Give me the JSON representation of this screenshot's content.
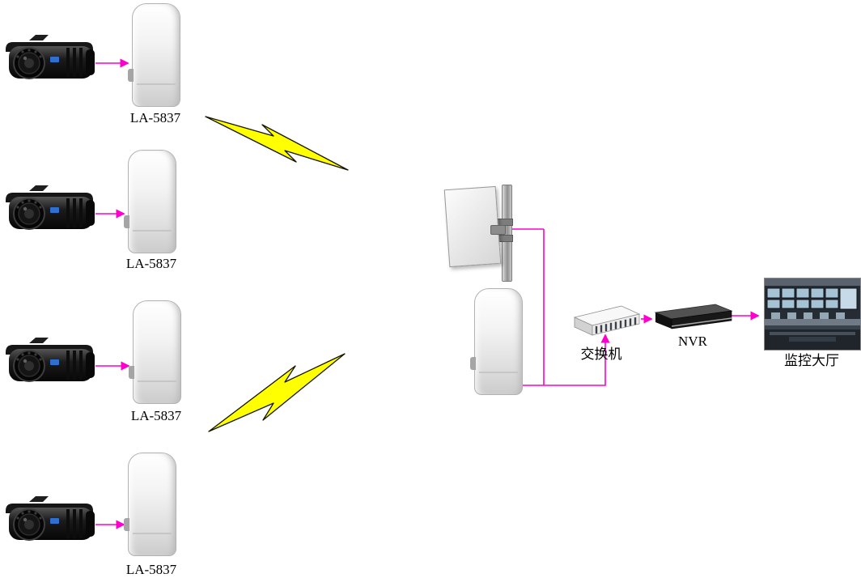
{
  "diagram": {
    "left_nodes": [
      {
        "ap_label": "LA-5837"
      },
      {
        "ap_label": "LA-5837"
      },
      {
        "ap_label": "LA-5837"
      },
      {
        "ap_label": "LA-5837"
      }
    ],
    "center": {
      "switch_label": "交换机",
      "nvr_label": "NVR",
      "monitor_hall_label": "监控大厅"
    },
    "colors": {
      "link": "#ff00cc",
      "bolt_fill": "#ffff00",
      "bolt_outline": "#141400"
    },
    "icons": {
      "camera": "cctv-bullet-camera",
      "wireless_ap": "outdoor-wireless-cpe",
      "panel_antenna": "directional-panel-antenna",
      "switch": "ethernet-switch",
      "nvr": "network-video-recorder",
      "monitor_hall": "control-room-photo",
      "wireless_link": "lightning-bolt"
    }
  }
}
